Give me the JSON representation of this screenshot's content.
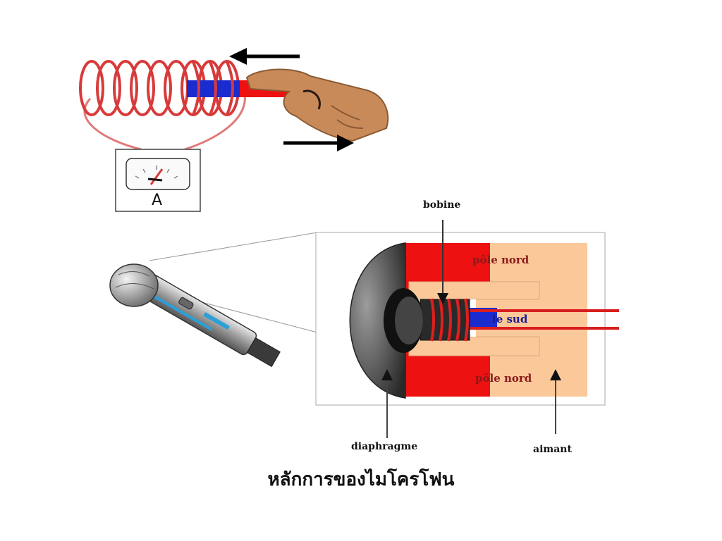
{
  "ammeter": {
    "letter": "A"
  },
  "labels": {
    "bobine": "bobine",
    "pole_nord_top": "pôle nord",
    "pole_sud": "le sud",
    "pole_nord_bottom": "pôle nord",
    "diaphragme": "diaphragme",
    "aimant": "aimant"
  },
  "caption": "หลักการของไมโครโฟน",
  "colors": {
    "coil": "#d83a3a",
    "magnet_north": "#ee1111",
    "magnet_south": "#1a2bd0",
    "magnet_body": "#fbc89a",
    "diaphragm": "#3a3a3a",
    "hand": "#c98a5a",
    "arrow": "#000000"
  },
  "icons": [
    "arrow-left-icon",
    "arrow-right-icon",
    "hand-icon",
    "microphone-icon",
    "ammeter-icon"
  ]
}
